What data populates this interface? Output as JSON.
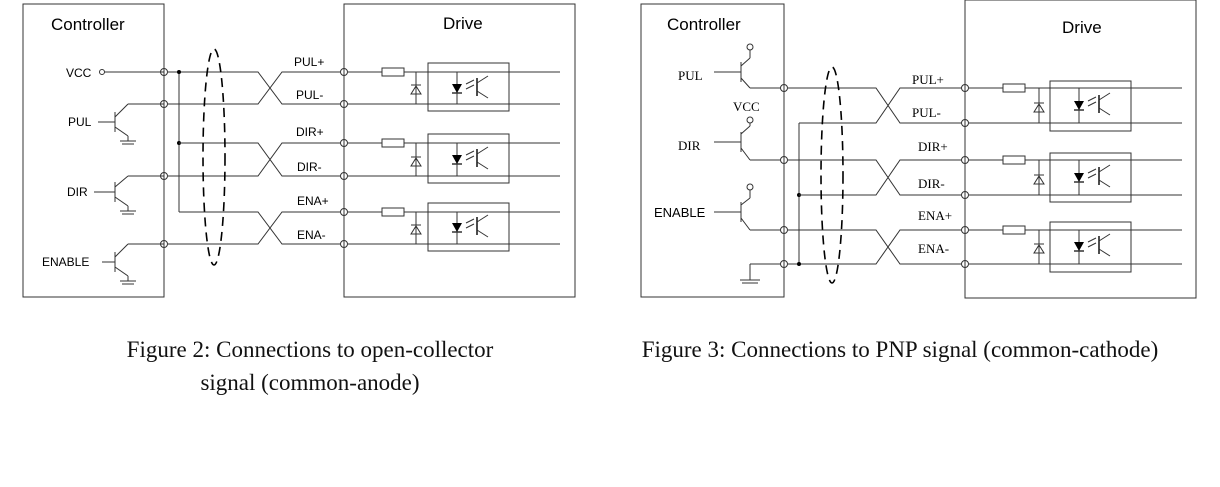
{
  "figures": [
    {
      "id": "fig2",
      "controller_label": "Controller",
      "drive_label": "Drive",
      "controller_signals": [
        "VCC",
        "PUL",
        "DIR",
        "ENABLE"
      ],
      "drive_terminals": [
        "PUL+",
        "PUL-",
        "DIR+",
        "DIR-",
        "ENA+",
        "ENA-"
      ],
      "caption_line1": "Figure 2: Connections to open-collector",
      "caption_line2": "signal (common-anode)"
    },
    {
      "id": "fig3",
      "controller_label": "Controller",
      "drive_label": "Drive",
      "controller_signals": [
        "PUL",
        "VCC",
        "DIR",
        "ENABLE"
      ],
      "drive_terminals": [
        "PUL+",
        "PUL-",
        "DIR+",
        "DIR-",
        "ENA+",
        "ENA-"
      ],
      "caption_line1": "Figure 3: Connections to PNP signal (common-cathode)"
    }
  ]
}
